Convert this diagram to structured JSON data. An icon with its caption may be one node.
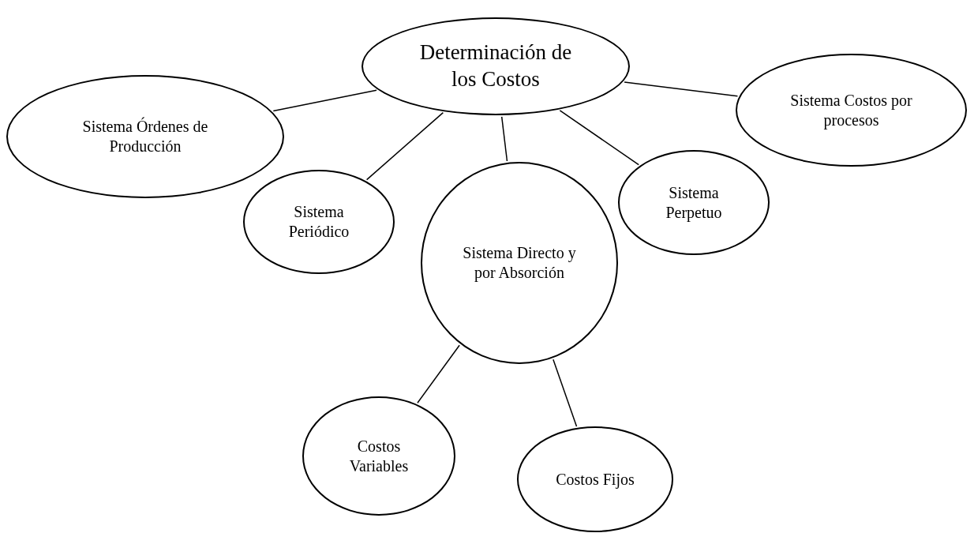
{
  "diagram": {
    "nodes": [
      {
        "text": [
          "Determinación de los Costos"
        ]
      },
      {
        "text": [
          "Sistema Órdenes de Producción"
        ]
      },
      {
        "text": [
          "Sistema Costos por procesos"
        ]
      },
      {
        "text": [
          "Sistema Periódico"
        ]
      },
      {
        "text": [
          "Sistema Directo y por Absorción"
        ]
      },
      {
        "text": [
          "Sistema Perpetuo"
        ]
      },
      {
        "text": [
          "Costos Variables"
        ]
      },
      {
        "text": [
          "Costos Fijos"
        ]
      }
    ],
    "edges": [
      {
        "from": 0,
        "to": 1,
        "arrow": "none"
      },
      {
        "from": 0,
        "to": 3,
        "arrow": "none"
      },
      {
        "from": 0,
        "to": 4,
        "arrow": "none"
      },
      {
        "from": 0,
        "to": 5,
        "arrow": "none"
      },
      {
        "from": 0,
        "to": 2,
        "arrow": "none"
      },
      {
        "from": 4,
        "to": 6,
        "arrow": "none"
      },
      {
        "from": 4,
        "to": 7,
        "arrow": "none"
      }
    ]
  }
}
